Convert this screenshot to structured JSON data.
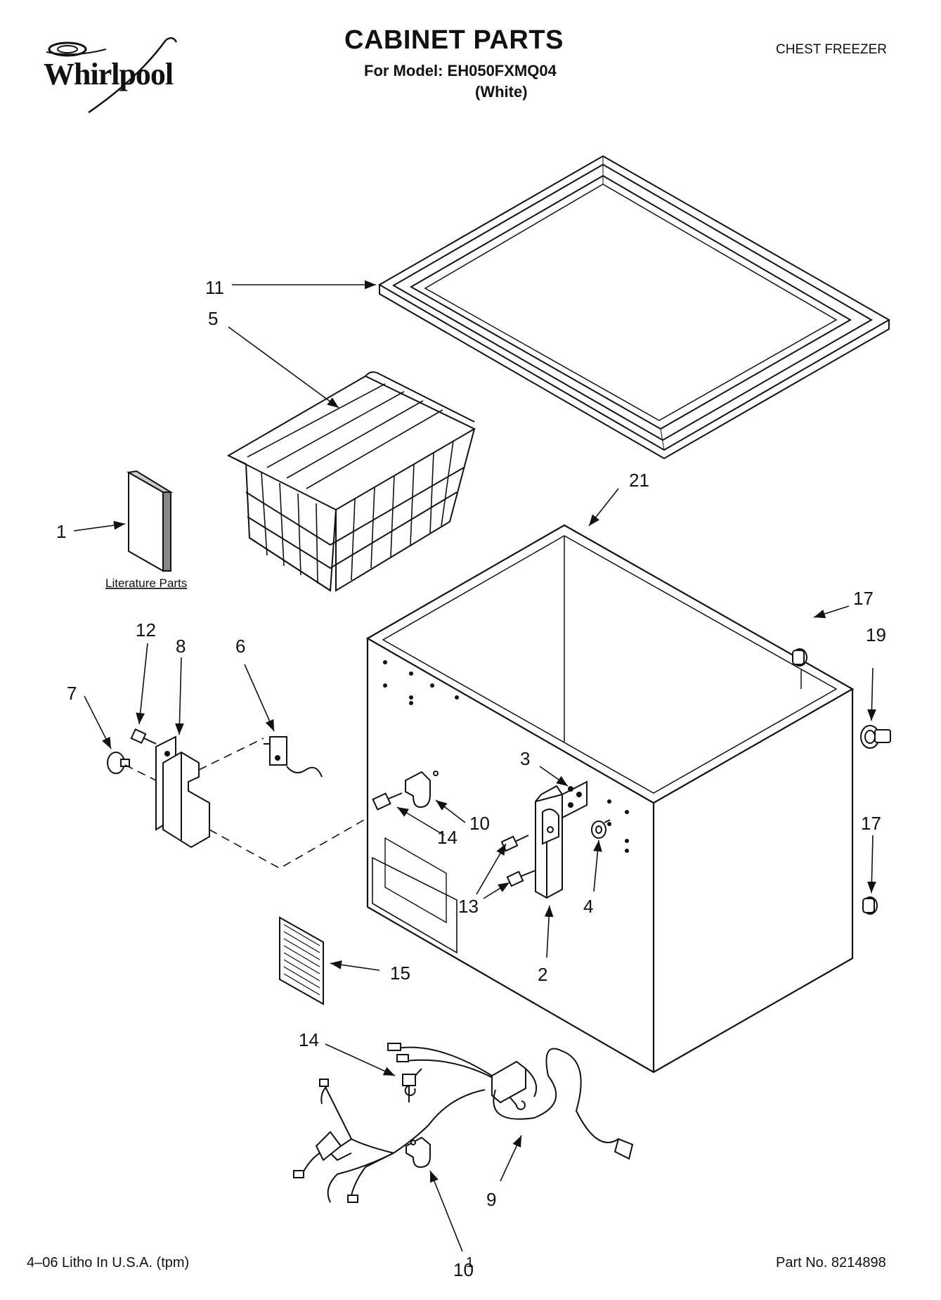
{
  "header": {
    "brand": "Whirlpool",
    "title": "CABINET PARTS",
    "model_line": "For Model: EH050FXMQ04",
    "color_line": "(White)",
    "category": "CHEST FREEZER"
  },
  "callouts": {
    "c1": "1",
    "c2": "2",
    "c3": "3",
    "c4": "4",
    "c5": "5",
    "c6": "6",
    "c7": "7",
    "c8": "8",
    "c9": "9",
    "c10a": "10",
    "c10b": "10",
    "c11": "11",
    "c12": "12",
    "c13": "13",
    "c14a": "14",
    "c14b": "14",
    "c15": "15",
    "c17a": "17",
    "c17b": "17",
    "c19": "19",
    "c21": "21"
  },
  "literature_label": "Literature Parts",
  "footer": {
    "left": "4–06 Litho In U.S.A. (tpm)",
    "center": "1",
    "right": "Part No. 8214898"
  }
}
